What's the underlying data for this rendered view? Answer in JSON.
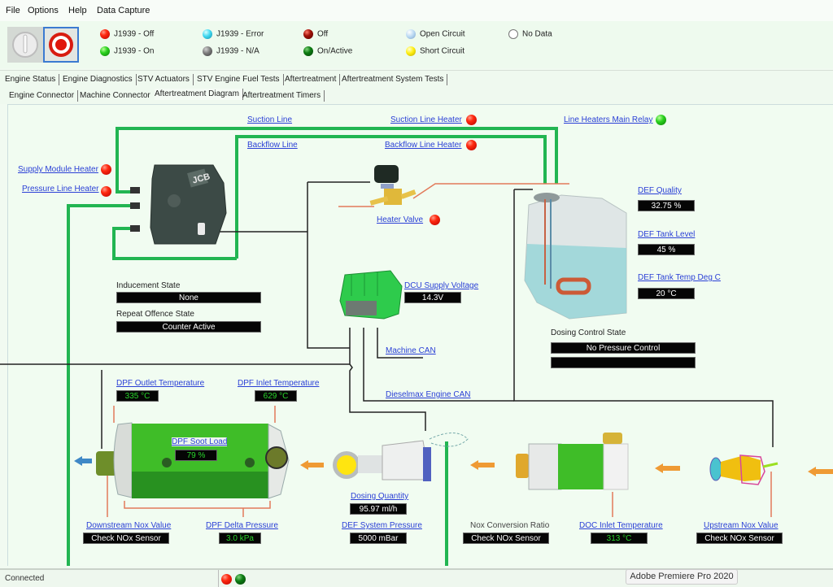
{
  "menu": [
    "File",
    "Options",
    "Help",
    "Data Capture"
  ],
  "toolbar": {
    "power_button": "power-toggle",
    "stop_button": "record-stop"
  },
  "legend": [
    {
      "label": "J1939 - Off",
      "color": "red"
    },
    {
      "label": "J1939 - On",
      "color": "green"
    },
    {
      "label": "J1939 - Error",
      "color": "cyan"
    },
    {
      "label": "J1939 - N/A",
      "color": "gray"
    },
    {
      "label": "Off",
      "color": "darkred"
    },
    {
      "label": "On/Active",
      "color": "darkgreen"
    },
    {
      "label": "Open Circuit",
      "color": "lightblue"
    },
    {
      "label": "Short Circuit",
      "color": "yellow"
    },
    {
      "label": "No Data",
      "color": "white"
    }
  ],
  "tabs_row1": [
    "Engine Status",
    "Engine Diagnostics",
    "STV Actuators",
    "STV Engine Fuel Tests",
    "Aftertreatment",
    "Aftertreatment System Tests"
  ],
  "tabs_row2": [
    "Engine Connector",
    "Machine Connector",
    "Aftertreatment Diagram",
    "Aftertreatment Timers"
  ],
  "active_tab_row2": "Aftertreatment Diagram",
  "diagram": {
    "suction_line": "Suction Line",
    "backflow_line": "Backflow Line",
    "suction_line_heater": {
      "label": "Suction Line Heater",
      "status": "red"
    },
    "backflow_line_heater": {
      "label": "Backflow Line Heater",
      "status": "red"
    },
    "line_heaters_main_relay": {
      "label": "Line Heaters Main Relay",
      "status": "green"
    },
    "supply_module_heater": {
      "label": "Supply Module Heater",
      "status": "red"
    },
    "pressure_line_heater": {
      "label": "Pressure Line Heater",
      "status": "red"
    },
    "heater_valve": {
      "label": "Heater Valve",
      "status": "red"
    },
    "def_quality": {
      "label": "DEF Quality",
      "value": "32.75 %"
    },
    "def_tank_level": {
      "label": "DEF Tank Level",
      "value": "45 %"
    },
    "def_tank_temp": {
      "label": "DEF Tank Temp Deg C",
      "value": "20 °C"
    },
    "dosing_control_state": {
      "label": "Dosing Control State",
      "value": "No Pressure Control",
      "value2": ""
    },
    "inducement_state": {
      "label": "Inducement State",
      "value": "None"
    },
    "repeat_offence_state": {
      "label": "Repeat Offence State",
      "value": "Counter Active"
    },
    "dcu_supply_voltage": {
      "label": "DCU Supply Voltage",
      "value": "14.3V"
    },
    "machine_can": "Machine CAN",
    "dieselmax_engine_can": "Dieselmax Engine CAN",
    "dpf_outlet_temp": {
      "label": "DPF Outlet Temperature",
      "value": "335 °C"
    },
    "dpf_inlet_temp": {
      "label": "DPF Inlet Temperature",
      "value": "629 °C"
    },
    "dpf_soot_load": {
      "label": "DPF Soot Load",
      "value": "79 %"
    },
    "dosing_quantity": {
      "label": "Dosing Quantity",
      "value": "95.97 ml/h"
    },
    "def_system_pressure": {
      "label": "DEF System Pressure",
      "value": "5000 mBar"
    },
    "downstream_nox": {
      "label": "Downstream Nox Value",
      "value": "Check NOx Sensor"
    },
    "dpf_delta_pressure": {
      "label": "DPF Delta Pressure",
      "value": "3.0 kPa"
    },
    "nox_conversion_ratio": {
      "label": "Nox Conversion Ratio",
      "value": "Check NOx Sensor"
    },
    "doc_inlet_temp": {
      "label": "DOC Inlet Temperature",
      "value": "313 °C"
    },
    "upstream_nox": {
      "label": "Upstream Nox Value",
      "value": "Check NOx Sensor"
    },
    "jcb_logo": "JCB"
  },
  "status": {
    "connection": "Connected",
    "leds": [
      "red",
      "green"
    ]
  },
  "tooltip": "Adobe Premiere Pro 2020"
}
